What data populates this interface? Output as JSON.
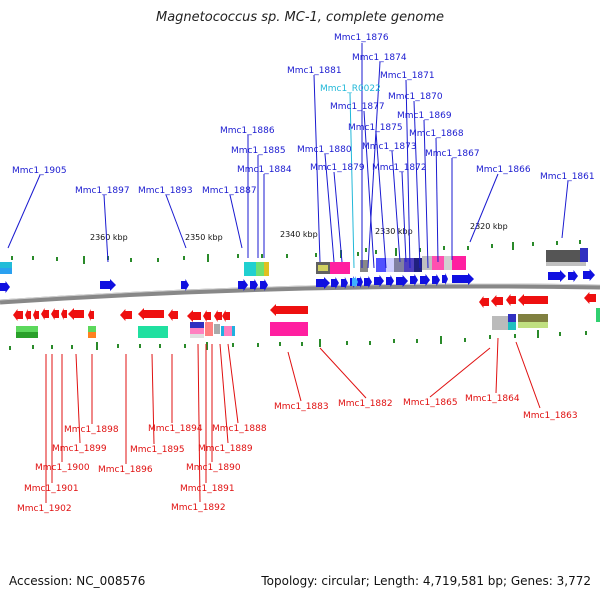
{
  "title": "Magnetococcus sp. MC-1, complete genome",
  "accession": "Accession: NC_008576",
  "topology": "Topology: circular; Length: 4,719,581 bp; Genes: 3,772",
  "colors": {
    "forward_label": "#1a1ad0",
    "rna_label": "#22b8d8",
    "reverse_label": "#e01010",
    "forward_gene": "#1010e0",
    "reverse_gene": "#ee1010",
    "tick": "#2a8a2a",
    "backbone": "#888888"
  },
  "scale_labels": [
    "2360 kbp",
    "2350 kbp",
    "2340 kbp",
    "2330 kbp",
    "2320 kbp"
  ],
  "forward_labels": [
    {
      "text": "Mmc1_1876",
      "type": "cds"
    },
    {
      "text": "Mmc1_1874",
      "type": "cds"
    },
    {
      "text": "Mmc1_1881",
      "type": "cds"
    },
    {
      "text": "Mmc1_1871",
      "type": "cds"
    },
    {
      "text": "Mmc1_R0022",
      "type": "rna"
    },
    {
      "text": "Mmc1_1870",
      "type": "cds"
    },
    {
      "text": "Mmc1_1877",
      "type": "cds"
    },
    {
      "text": "Mmc1_1869",
      "type": "cds"
    },
    {
      "text": "Mmc1_1875",
      "type": "cds"
    },
    {
      "text": "Mmc1_1886",
      "type": "cds"
    },
    {
      "text": "Mmc1_1868",
      "type": "cds"
    },
    {
      "text": "Mmc1_1873",
      "type": "cds"
    },
    {
      "text": "Mmc1_1880",
      "type": "cds"
    },
    {
      "text": "Mmc1_1885",
      "type": "cds"
    },
    {
      "text": "Mmc1_1867",
      "type": "cds"
    },
    {
      "text": "Mmc1_1879",
      "type": "cds"
    },
    {
      "text": "Mmc1_1872",
      "type": "cds"
    },
    {
      "text": "Mmc1_1884",
      "type": "cds"
    },
    {
      "text": "Mmc1_1905",
      "type": "cds"
    },
    {
      "text": "Mmc1_1866",
      "type": "cds"
    },
    {
      "text": "Mmc1_1861",
      "type": "cds"
    },
    {
      "text": "Mmc1_1897",
      "type": "cds"
    },
    {
      "text": "Mmc1_1893",
      "type": "cds"
    },
    {
      "text": "Mmc1_1887",
      "type": "cds"
    }
  ],
  "reverse_labels": [
    "Mmc1_1883",
    "Mmc1_1882",
    "Mmc1_1865",
    "Mmc1_1864",
    "Mmc1_1863",
    "Mmc1_1898",
    "Mmc1_1894",
    "Mmc1_1888",
    "Mmc1_1899",
    "Mmc1_1895",
    "Mmc1_1889",
    "Mmc1_1900",
    "Mmc1_1896",
    "Mmc1_1890",
    "Mmc1_1901",
    "Mmc1_1891",
    "Mmc1_1902",
    "Mmc1_1892"
  ]
}
